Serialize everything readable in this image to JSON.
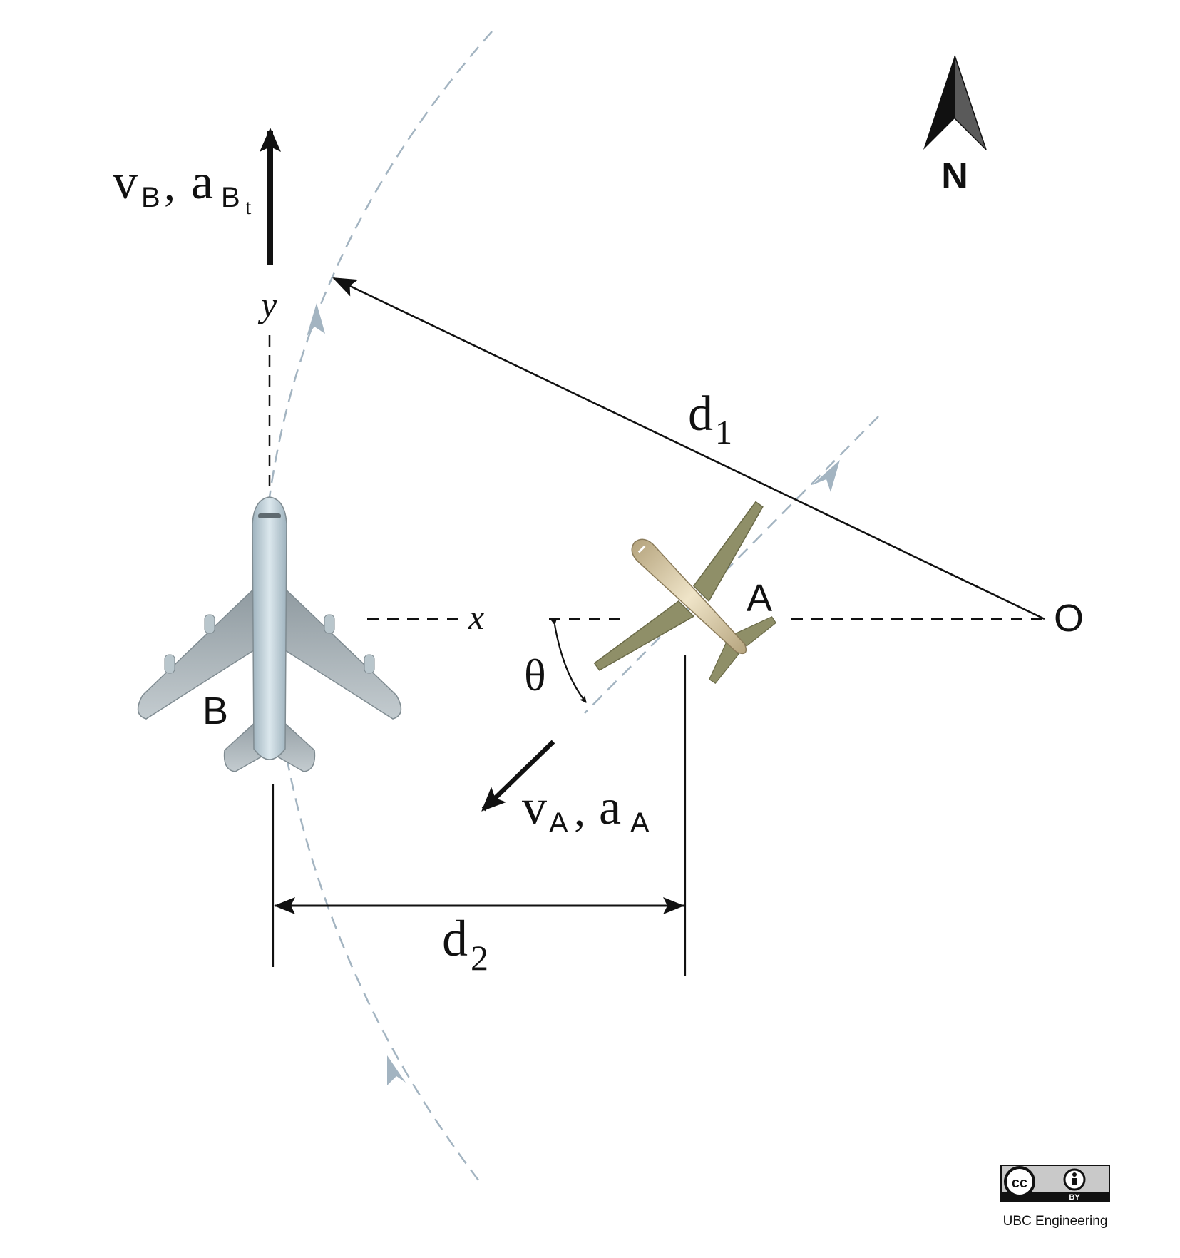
{
  "labels": {
    "vB": "v",
    "vB_sub": "B",
    "comma": ",",
    "aB": "a",
    "aB_sub": "B",
    "aB_subsub": "t",
    "y_axis": "y",
    "x_axis": "x",
    "d1": "d",
    "d1_sub": "1",
    "d2": "d",
    "d2_sub": "2",
    "theta": "θ",
    "vA": "v",
    "vA_sub": "A",
    "aA": "a",
    "aA_sub": "A",
    "plane_A": "A",
    "plane_B": "B",
    "origin": "O",
    "north": "N"
  },
  "license": {
    "cc": "cc",
    "by": "BY",
    "credit": "UBC Engineering"
  },
  "colors": {
    "plane_B_body": "#c8d8e0",
    "plane_B_wing": "#a9b3b8",
    "plane_A_body": "#d9c9a3",
    "plane_A_wing": "#8f8f68",
    "flight_path": "#a3b4c1"
  },
  "icons": [
    "north-arrow-icon",
    "airplane-b-icon",
    "airplane-a-icon",
    "creative-commons-icon",
    "attribution-person-icon"
  ]
}
